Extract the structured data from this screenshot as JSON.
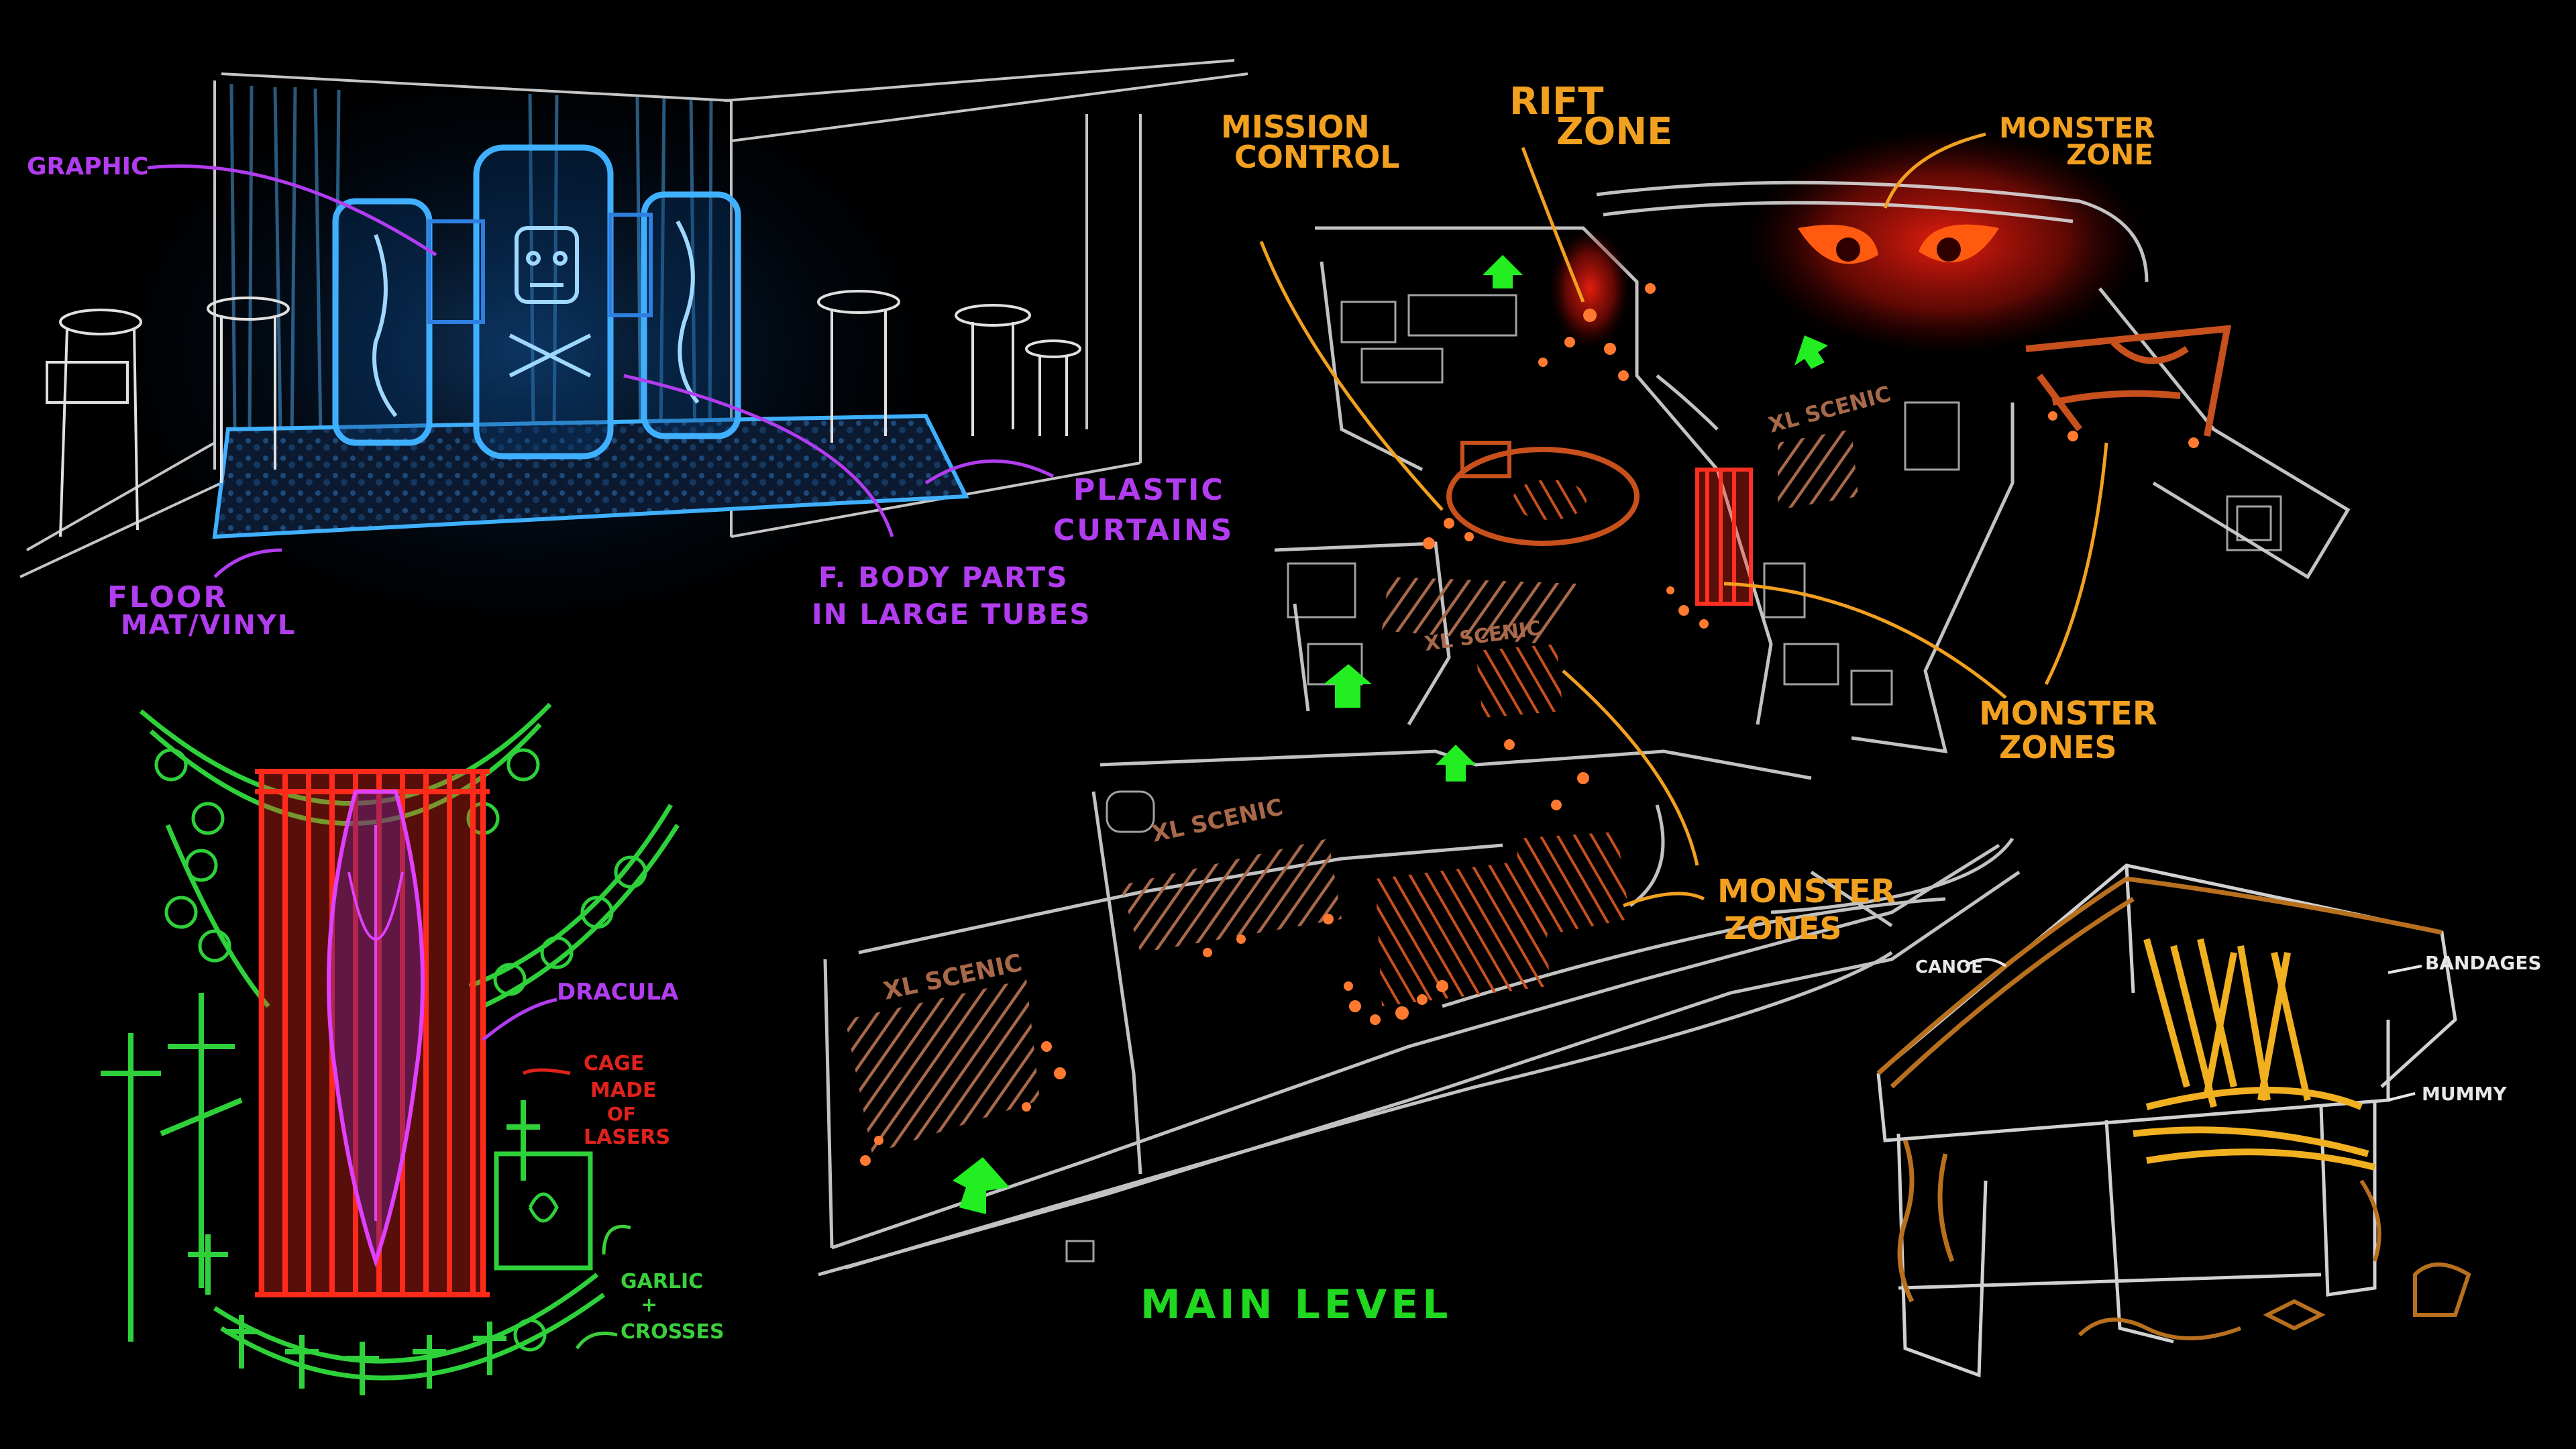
{
  "colors": {
    "background": "#000000",
    "label_orange": "#f2a020",
    "label_purple": "#b23cf0",
    "label_red": "#e0221c",
    "label_green_main": "#1fd81f",
    "label_green_garlic": "#3ccf3c",
    "cage_red": "#ff2a1a",
    "vine_green": "#2ed13a",
    "sketch_white": "#e8e8e8",
    "tube_blue": "#3fb0ff",
    "scenic_brown": "#a8684a",
    "arrow_green": "#22ee22",
    "mummy_yellow": "#f0b020",
    "monster_red": "#d81c10"
  },
  "lab_sketch": {
    "labels": {
      "graphic": "GRAPHIC",
      "plastic_curtains_1": "PLASTIC",
      "plastic_curtains_2": "CURTAINS",
      "floor_1": "FLOOR",
      "floor_2": "MAT/VINYL",
      "body_parts_1": "F. BODY PARTS",
      "body_parts_2": "IN LARGE TUBES"
    }
  },
  "dracula_sketch": {
    "labels": {
      "dracula": "DRACULA",
      "cage_1": "CAGE",
      "cage_2": "MADE",
      "cage_3": "OF",
      "cage_4": "LASERS",
      "garlic_1": "GARLIC",
      "garlic_2": "+",
      "garlic_3": "CROSSES"
    }
  },
  "floor_plan": {
    "title": "MAIN LEVEL",
    "labels": {
      "mission_control_1": "MISSION",
      "mission_control_2": "CONTROL",
      "rift_zone_1": "RIFT",
      "rift_zone_2": "ZONE",
      "monster_zone_1": "MONSTER",
      "monster_zone_2": "ZONE",
      "monster_zones_a_1": "MONSTER",
      "monster_zones_a_2": "ZONES",
      "monster_zones_b_1": "MONSTER",
      "monster_zones_b_2": "ZONES",
      "xl_scenic_1": "XL SCENIC",
      "xl_scenic_2": "XL SCENIC",
      "xl_scenic_3": "XL SCENIC",
      "xl_scenic_4": "XL SCENIC"
    }
  },
  "mummy_sketch": {
    "labels": {
      "canoe": "CANOE",
      "bandages": "BANDAGES",
      "mummy": "MUMMY"
    }
  }
}
